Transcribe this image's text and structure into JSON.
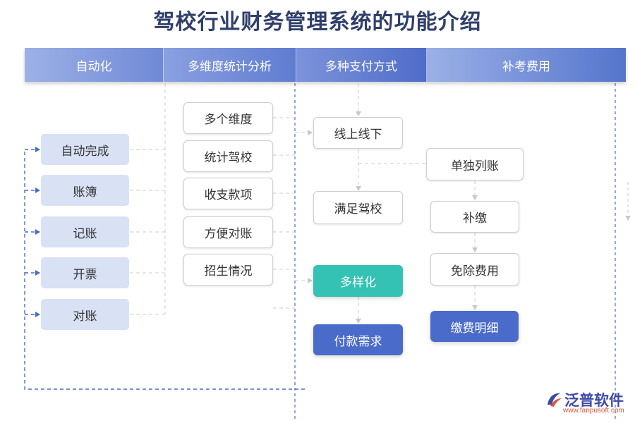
{
  "title": "驾校行业财务管理系统的功能介绍",
  "columns": [
    "自动化",
    "多维度统计分析",
    "多种支付方式",
    "补考费用"
  ],
  "col1_items": [
    "自动完成",
    "账簿",
    "记账",
    "开票",
    "对账"
  ],
  "col2_items": [
    "多个维度",
    "统计驾校",
    "收支款项",
    "方便对账",
    "招生情况"
  ],
  "col3_items": [
    "线上线下",
    "满足驾校",
    "多样化",
    "付款需求"
  ],
  "col4_items": [
    "单独列账",
    "补缴",
    "免除费用",
    "缴费明细"
  ],
  "colors": {
    "header_dark": "#4f6cc8",
    "header_light": "#9db0e6",
    "light_box": "#d9e1f5",
    "teal": "#33c2b4",
    "blue": "#4a6bc9",
    "dashed_line": "#4a6bc9"
  },
  "logo": {
    "name": "泛普软件",
    "url": "www.fanpusoft.com",
    "icon": "fanpu-logo-icon"
  }
}
